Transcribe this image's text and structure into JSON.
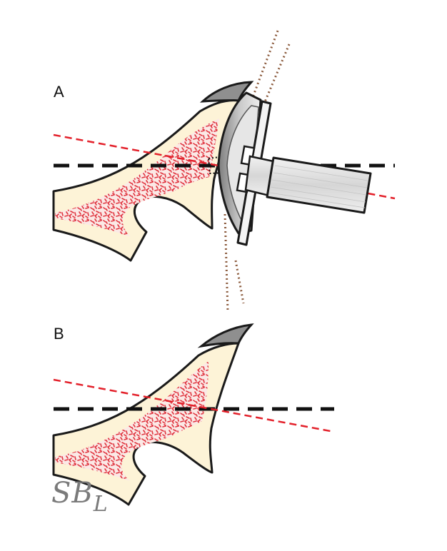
{
  "panels": [
    {
      "label": "A"
    },
    {
      "label": "B"
    }
  ],
  "signature": {
    "text": "SB",
    "subscript": "L"
  },
  "colors": {
    "bone_fill": "#fdf3d7",
    "cancellous_speckle": "#e0343f",
    "cartilage_gray": "#8f8f8f",
    "reference_line": "#111111",
    "cut_line": "#e3202a",
    "guide_dotted": "#8b5a3c",
    "outline": "#1a1a1a"
  }
}
